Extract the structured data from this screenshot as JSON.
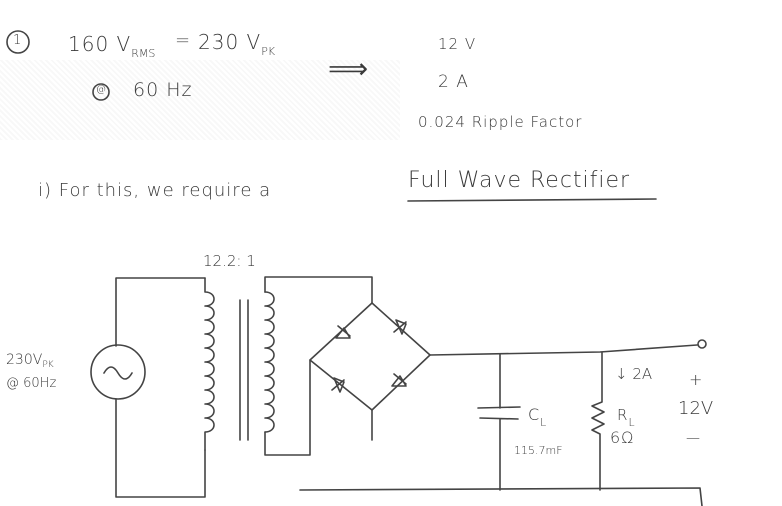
{
  "given": {
    "item_number": "1",
    "vrms": "160 V",
    "vrms_sub": "RMS",
    "equals": "=",
    "vpk": "230 V",
    "vpk_sub": "PK",
    "at_symbol": "@",
    "frequency": "60 Hz",
    "arrow": "⟹"
  },
  "requirements": {
    "voltage": "12 V",
    "current": "2 A",
    "ripple": "0.024 Ripple Factor"
  },
  "statement": {
    "text": "i)  For this, we require a",
    "answer": "Full Wave Rectifier"
  },
  "circuit": {
    "turns_ratio": "12.2: 1",
    "source_voltage": "230V",
    "source_voltage_sub": "PK",
    "source_freq": "@ 60Hz",
    "capacitor_label": "C",
    "capacitor_sub": "L",
    "capacitor_value": "115.7mF",
    "resistor_label": "R",
    "resistor_sub": "L",
    "resistor_value": "6Ω",
    "load_current": "↓ 2A",
    "plus": "+",
    "output_voltage": "12V",
    "minus": "—"
  }
}
